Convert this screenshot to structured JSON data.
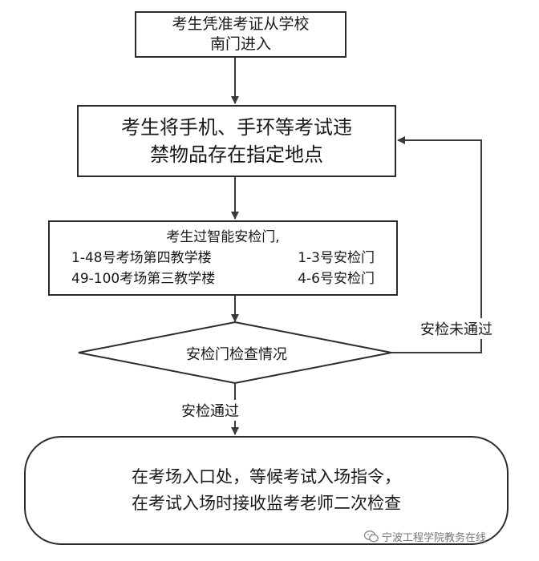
{
  "flow": {
    "step1": {
      "line1": "考生凭准考证从学校",
      "line2": "南门进入"
    },
    "step2": {
      "line1": "考生将手机、手环等考试违",
      "line2": "禁物品存在指定地点"
    },
    "step3": {
      "title": "考生过智能安检门,",
      "row1_left": "1-48号考场第四教学楼",
      "row1_right": "1-3号安检门",
      "row2_left": "49-100考场第三教学楼",
      "row2_right": "4-6号安检门"
    },
    "decision": {
      "label": "安检门检查情况"
    },
    "fail_label": "安检未通过",
    "pass_label": "安检通过",
    "step4": {
      "line1": "在考场入口处，等候考试入场指令，",
      "line2": "在考试入场时接收监考老师二次检查"
    }
  },
  "watermark": {
    "text": "宁波工程学院教务在线",
    "icon": "wechat-icon"
  }
}
